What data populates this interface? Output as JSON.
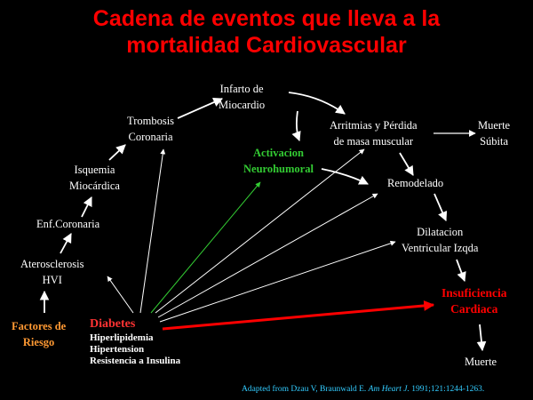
{
  "title": {
    "line1": "Cadena de eventos que lleva a la",
    "line2": "mortalidad Cardiovascular"
  },
  "nodes": {
    "infarto": [
      "Infarto de",
      "Miocardio"
    ],
    "trombosis": [
      "Trombosis",
      "Coronaria"
    ],
    "arritmias": [
      "Arritmias y Pérdida",
      "de masa muscular"
    ],
    "muerte_subita": [
      "Muerte",
      "Súbita"
    ],
    "activacion": [
      "Activacion",
      "Neurohumoral"
    ],
    "isquemia": [
      "Isquemia",
      "Miocárdica"
    ],
    "remodelado": "Remodelado",
    "enf_coronaria": "Enf.Coronaria",
    "dilatacion": [
      "Dilatacion",
      "Ventricular Izqda"
    ],
    "aterosclerosis": [
      "Aterosclerosis",
      "HVI"
    ],
    "insuficiencia": [
      "Insuficiencia",
      "Cardiaca"
    ],
    "factores": [
      "Factores de",
      "Riesgo"
    ],
    "diabetes": "Diabetes",
    "diabetes_items": [
      "Hiperlipidemia",
      "Hipertension",
      "Resistencia a Insulina"
    ],
    "muerte": "Muerte"
  },
  "citation": {
    "prefix": "Adapted from Dzau V, Braunwald E. ",
    "journal": "Am Heart J.",
    "suffix": " 1991;121:1244-1263."
  },
  "colors": {
    "background": "#000000",
    "title": "#ff0000",
    "text": "#ffffff",
    "factores": "#ff9933",
    "diabetes": "#ff3333",
    "activacion": "#33cc33",
    "insuficiencia": "#ff0000",
    "citation": "#33ccff"
  }
}
